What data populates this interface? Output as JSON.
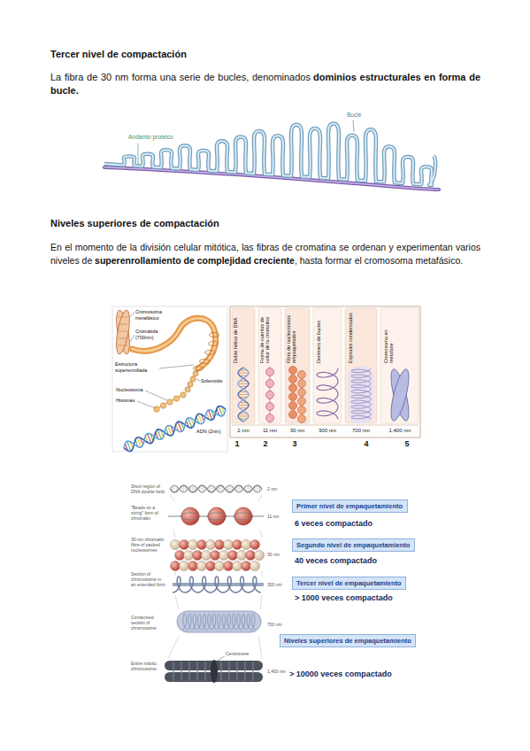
{
  "diagram": {
    "nodes": [
      {
        "text": [
          "Primer nivel de empaquetamiento"
        ]
      },
      {
        "text": [
          "Segundo nivel de empaquetamiento"
        ]
      },
      {
        "text": [
          "Tercer nivel de empaquetamiento"
        ]
      },
      {
        "text": [
          "Niveles superiores de empaquetamiento"
        ]
      }
    ],
    "labels": [
      "Tercer nivel de compactación",
      "La fibra de 30 nm forma una serie de bucles, denominados",
      "dominios estructurales en forma de bucle.",
      "Andamio proteico",
      "Bucle",
      "Niveles superiores de compactación",
      "En el momento de la división celular mitótica, las fibras de cromatina se ordenan y experimentan varios niveles de",
      "superenrollamiento de complejidad creciente",
      ", hasta formar el cromosoma metafásico.",
      "Cromosoma metafásico",
      "Cromátida (700nm)",
      "Estructura superenrollada",
      "Solenoide",
      "Nucleosoma",
      "Histonas",
      "ADN (2nm)",
      "Doble hélice de DNA",
      "Forma de cuentas de collar de la cromatina",
      "Fibra de nucleosomas empaquetados",
      "Dominios de bucles",
      "Espirales condensadas",
      "Cromosoma en metafase",
      "2 nm",
      "11 nm",
      "30 nm",
      "300 nm",
      "700 nm",
      "1.400 nm",
      "1",
      "2",
      "3",
      "4",
      "5",
      "Short region of DNA double helix",
      "2 nm",
      "\"Beads on a string\" form of chromatin",
      "11 nm",
      "30-nm chromatin fibre of packed nucleosomes",
      "30 nm",
      "Section of chromosome in an extended form",
      "300 nm",
      "Condensed section of chromosome",
      "700 nm",
      "Centromere",
      "Entire mitotic chromosome",
      "1,400 nm",
      "6 veces compactado",
      "40 veces compactado",
      "> 1000 veces compactado",
      "> 10000 veces compactado"
    ]
  }
}
